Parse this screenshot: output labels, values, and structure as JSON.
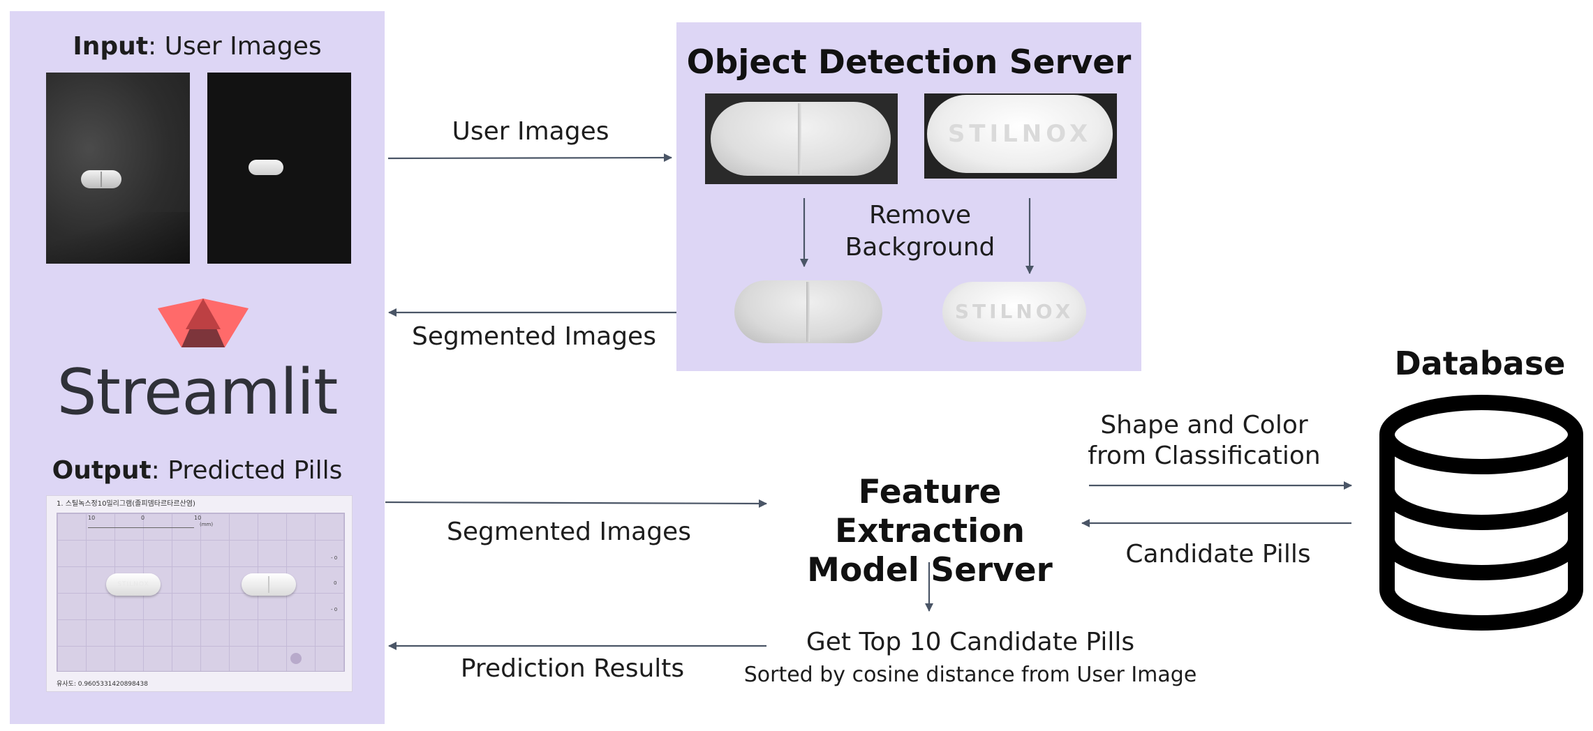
{
  "left_panel": {
    "input_bold": "Input",
    "input_rest": ": User Images",
    "streamlit_logo_text": "Streamlit",
    "output_bold": "Output",
    "output_rest": ": Predicted Pills",
    "result_card": {
      "header": "1.  스틸녹스정10밀리그램(졸피뎀타르타르산염)",
      "ruler_left": "10",
      "ruler_mid": "0",
      "ruler_right": "10",
      "ruler_unit": "(mm)",
      "side_top": "- 0",
      "side_mid": "0",
      "side_bot": "- 0",
      "pill_imprint": "STILNOX",
      "similarity": "유사도: 0.9605331420898438"
    }
  },
  "od_server": {
    "title": "Object Detection Server",
    "remove_bg": [
      "Remove",
      "Background"
    ],
    "pill_imprint": "STILNOX"
  },
  "edges": {
    "user_images": "User Images",
    "segmented_images_top": "Segmented Images",
    "segmented_images_bottom": "Segmented Images",
    "prediction_results": "Prediction Results",
    "shape_color": [
      "Shape and Color",
      "from Classification"
    ],
    "candidate_pills": "Candidate Pills"
  },
  "feature_server": {
    "title": [
      "Feature Extraction",
      "Model Server"
    ]
  },
  "top10": {
    "title": "Get Top 10 Candidate Pills",
    "subtitle": "Sorted by cosine distance from User Image"
  },
  "database": {
    "title": "Database"
  },
  "colors": {
    "panel": "#ddd6f5",
    "arrow": "#4a5566",
    "streamlit_red": "#ff4b4b",
    "streamlit_dark": "#7d353b"
  }
}
